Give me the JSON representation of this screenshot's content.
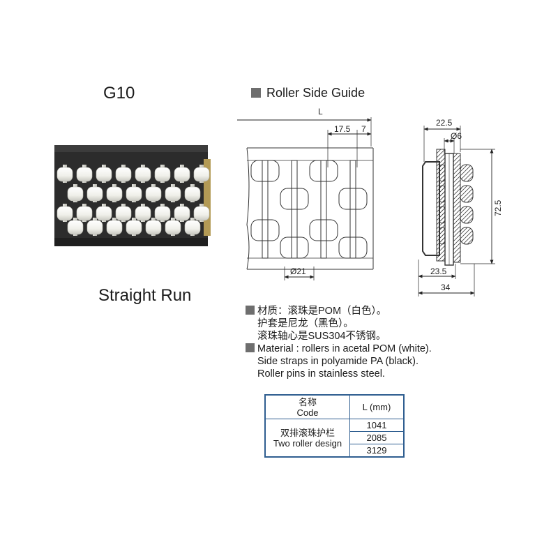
{
  "model_code": "G10",
  "photo_caption": "Straight Run",
  "guide_title": "Roller Side Guide",
  "dimensions": {
    "length": "L",
    "pitch": "17.5",
    "offset": "7",
    "roller_dia": "Ø21",
    "width_top": "22.5",
    "pin_dia": "Ø6",
    "height": "72.5",
    "width_inner": "23.5",
    "width_total": "34"
  },
  "notes": {
    "cn_line1": "材质：滚珠是POM（白色）。",
    "cn_line2": "护套是尼龙（黑色）。",
    "cn_line3": "滚珠轴心是SUS304不锈钢。",
    "en_line1": "Material : rollers in acetal POM (white).",
    "en_line2": "Side straps in polyamide PA (black).",
    "en_line3": "Roller pins in stainless steel."
  },
  "table": {
    "header_name_cn": "名称",
    "header_name_en": "Code",
    "header_length": "L (mm)",
    "product_cn": "双排滚珠护栏",
    "product_en": "Two roller design",
    "lengths": [
      "1041",
      "2085",
      "3129"
    ]
  },
  "colors": {
    "table_border": "#2f5e90",
    "bullet": "#6e6e6e"
  }
}
